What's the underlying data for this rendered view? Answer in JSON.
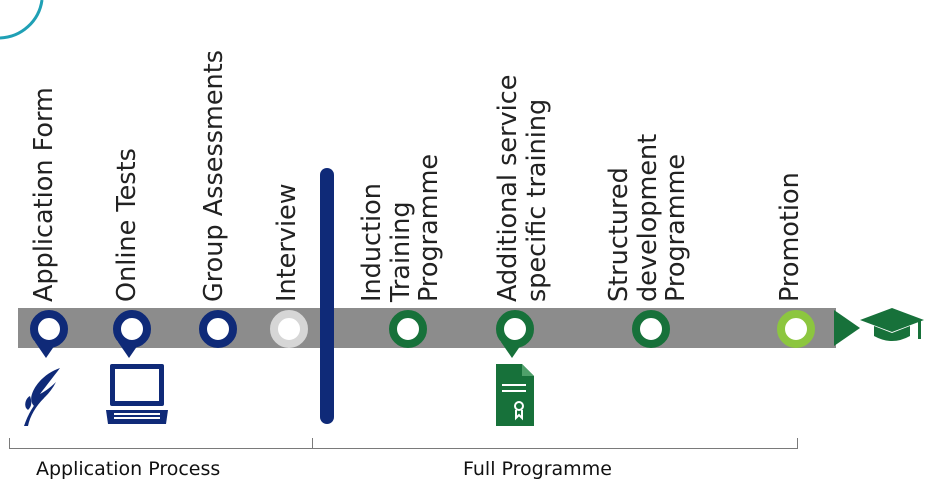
{
  "stages": [
    {
      "label": "Application Form",
      "color": "#0f2a78"
    },
    {
      "label": "Online Tests",
      "color": "#0f2a78"
    },
    {
      "label": "Group Assessments",
      "color": "#0f2a78"
    },
    {
      "label": "Interview",
      "color": "#d6d6d6"
    },
    {
      "label": "Induction\nTraining\nProgramme",
      "color": "#17713a"
    },
    {
      "label": "Additional service\nspecific training",
      "color": "#17713a"
    },
    {
      "label": "Structured\ndevelopment\nProgramme",
      "color": "#17713a"
    },
    {
      "label": "Promotion",
      "color": "#8cc63f"
    }
  ],
  "sections": {
    "application": "Application Process",
    "full": "Full Programme"
  },
  "icons": {
    "feather": "feather-icon",
    "laptop": "laptop-icon",
    "certificate": "certificate-icon",
    "graduation": "graduation-cap-icon",
    "arrow": "arrow-head-icon"
  }
}
